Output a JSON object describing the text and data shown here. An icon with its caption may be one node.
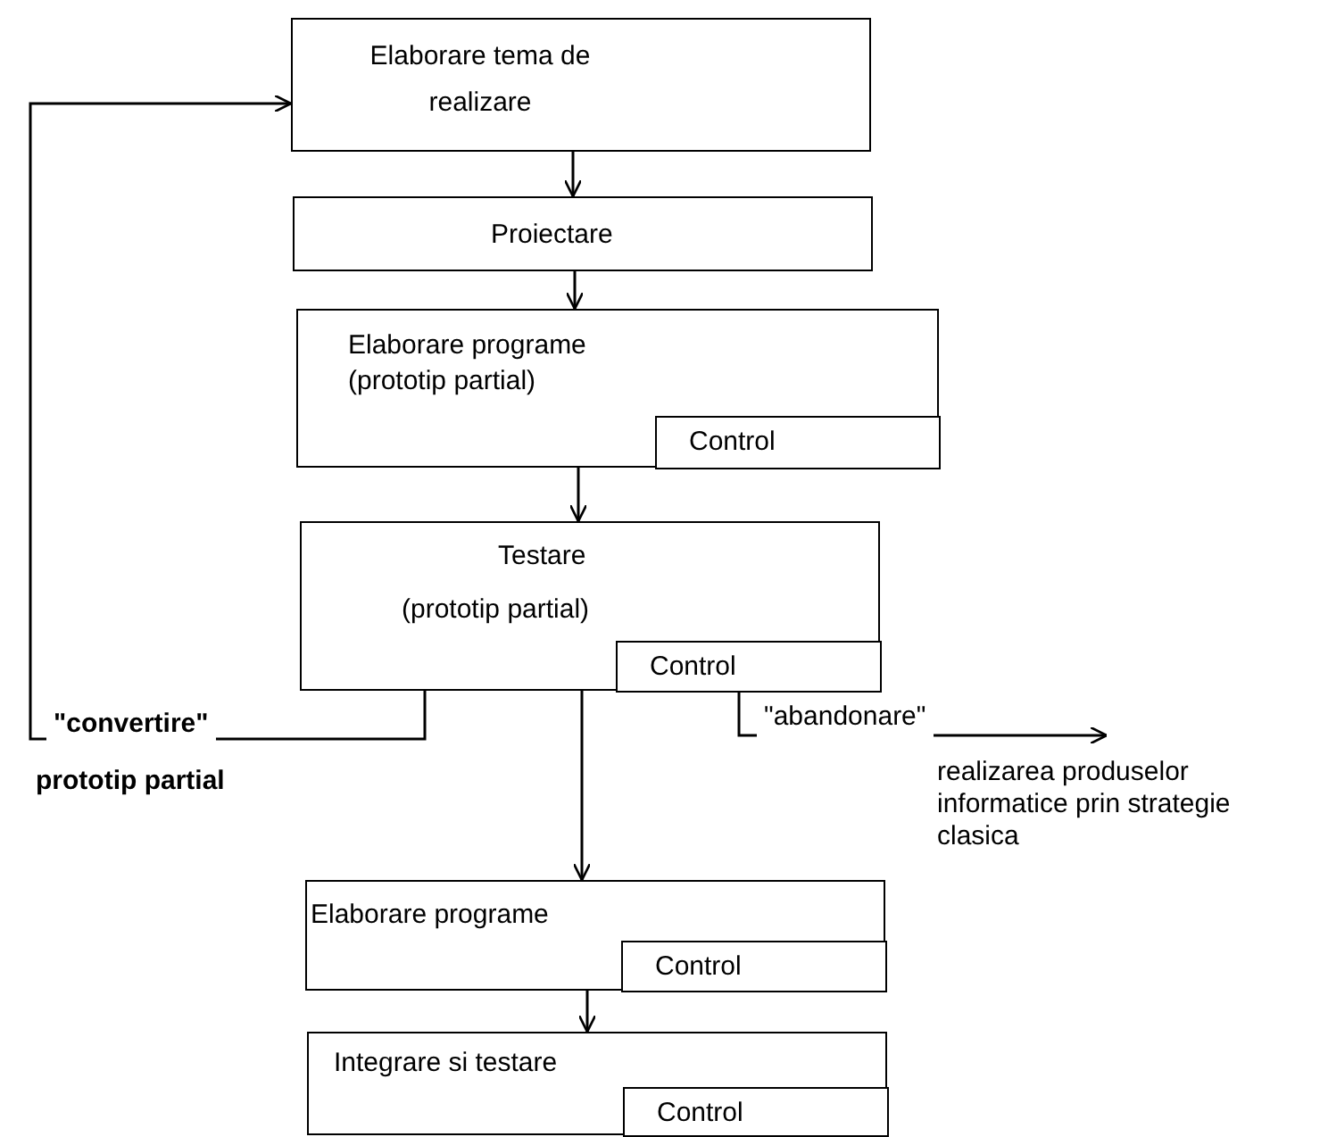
{
  "diagram": {
    "nodes": [
      {
        "text": [
          "Elaborare tema de realizare"
        ]
      },
      {
        "text": [
          "Proiectare"
        ]
      },
      {
        "text": [
          "Elaborare programe (prototip partial)"
        ]
      },
      {
        "text": [
          "Control"
        ],
        "in": 2
      },
      {
        "text": [
          "Testare",
          "(prototip partial)"
        ]
      },
      {
        "text": [
          "Control"
        ],
        "in": 4
      },
      {
        "text": [
          "Elaborare programe"
        ]
      },
      {
        "text": [
          "Control"
        ],
        "in": 6
      },
      {
        "text": [
          "Integrare si testare"
        ]
      },
      {
        "text": [
          "Control"
        ],
        "in": 8
      },
      {
        "text": [
          "realizarea produselor informatice prin strategie clasica"
        ]
      }
    ],
    "edges": [
      {
        "from": 0,
        "to": 1,
        "arrow": "to"
      },
      {
        "from": 1,
        "to": 2,
        "arrow": "to"
      },
      {
        "from": 2,
        "to": 4,
        "arrow": "to"
      },
      {
        "from": 4,
        "to": 6,
        "arrow": "to"
      },
      {
        "from": 6,
        "to": 8,
        "arrow": "to"
      },
      {
        "from": 4,
        "to": 0,
        "arrow": "to",
        "label": "\"convertire\""
      },
      {
        "from": 5,
        "to": 10,
        "arrow": "to",
        "label": "\"abandonare\""
      }
    ],
    "labels": [
      "prototip partial"
    ]
  }
}
